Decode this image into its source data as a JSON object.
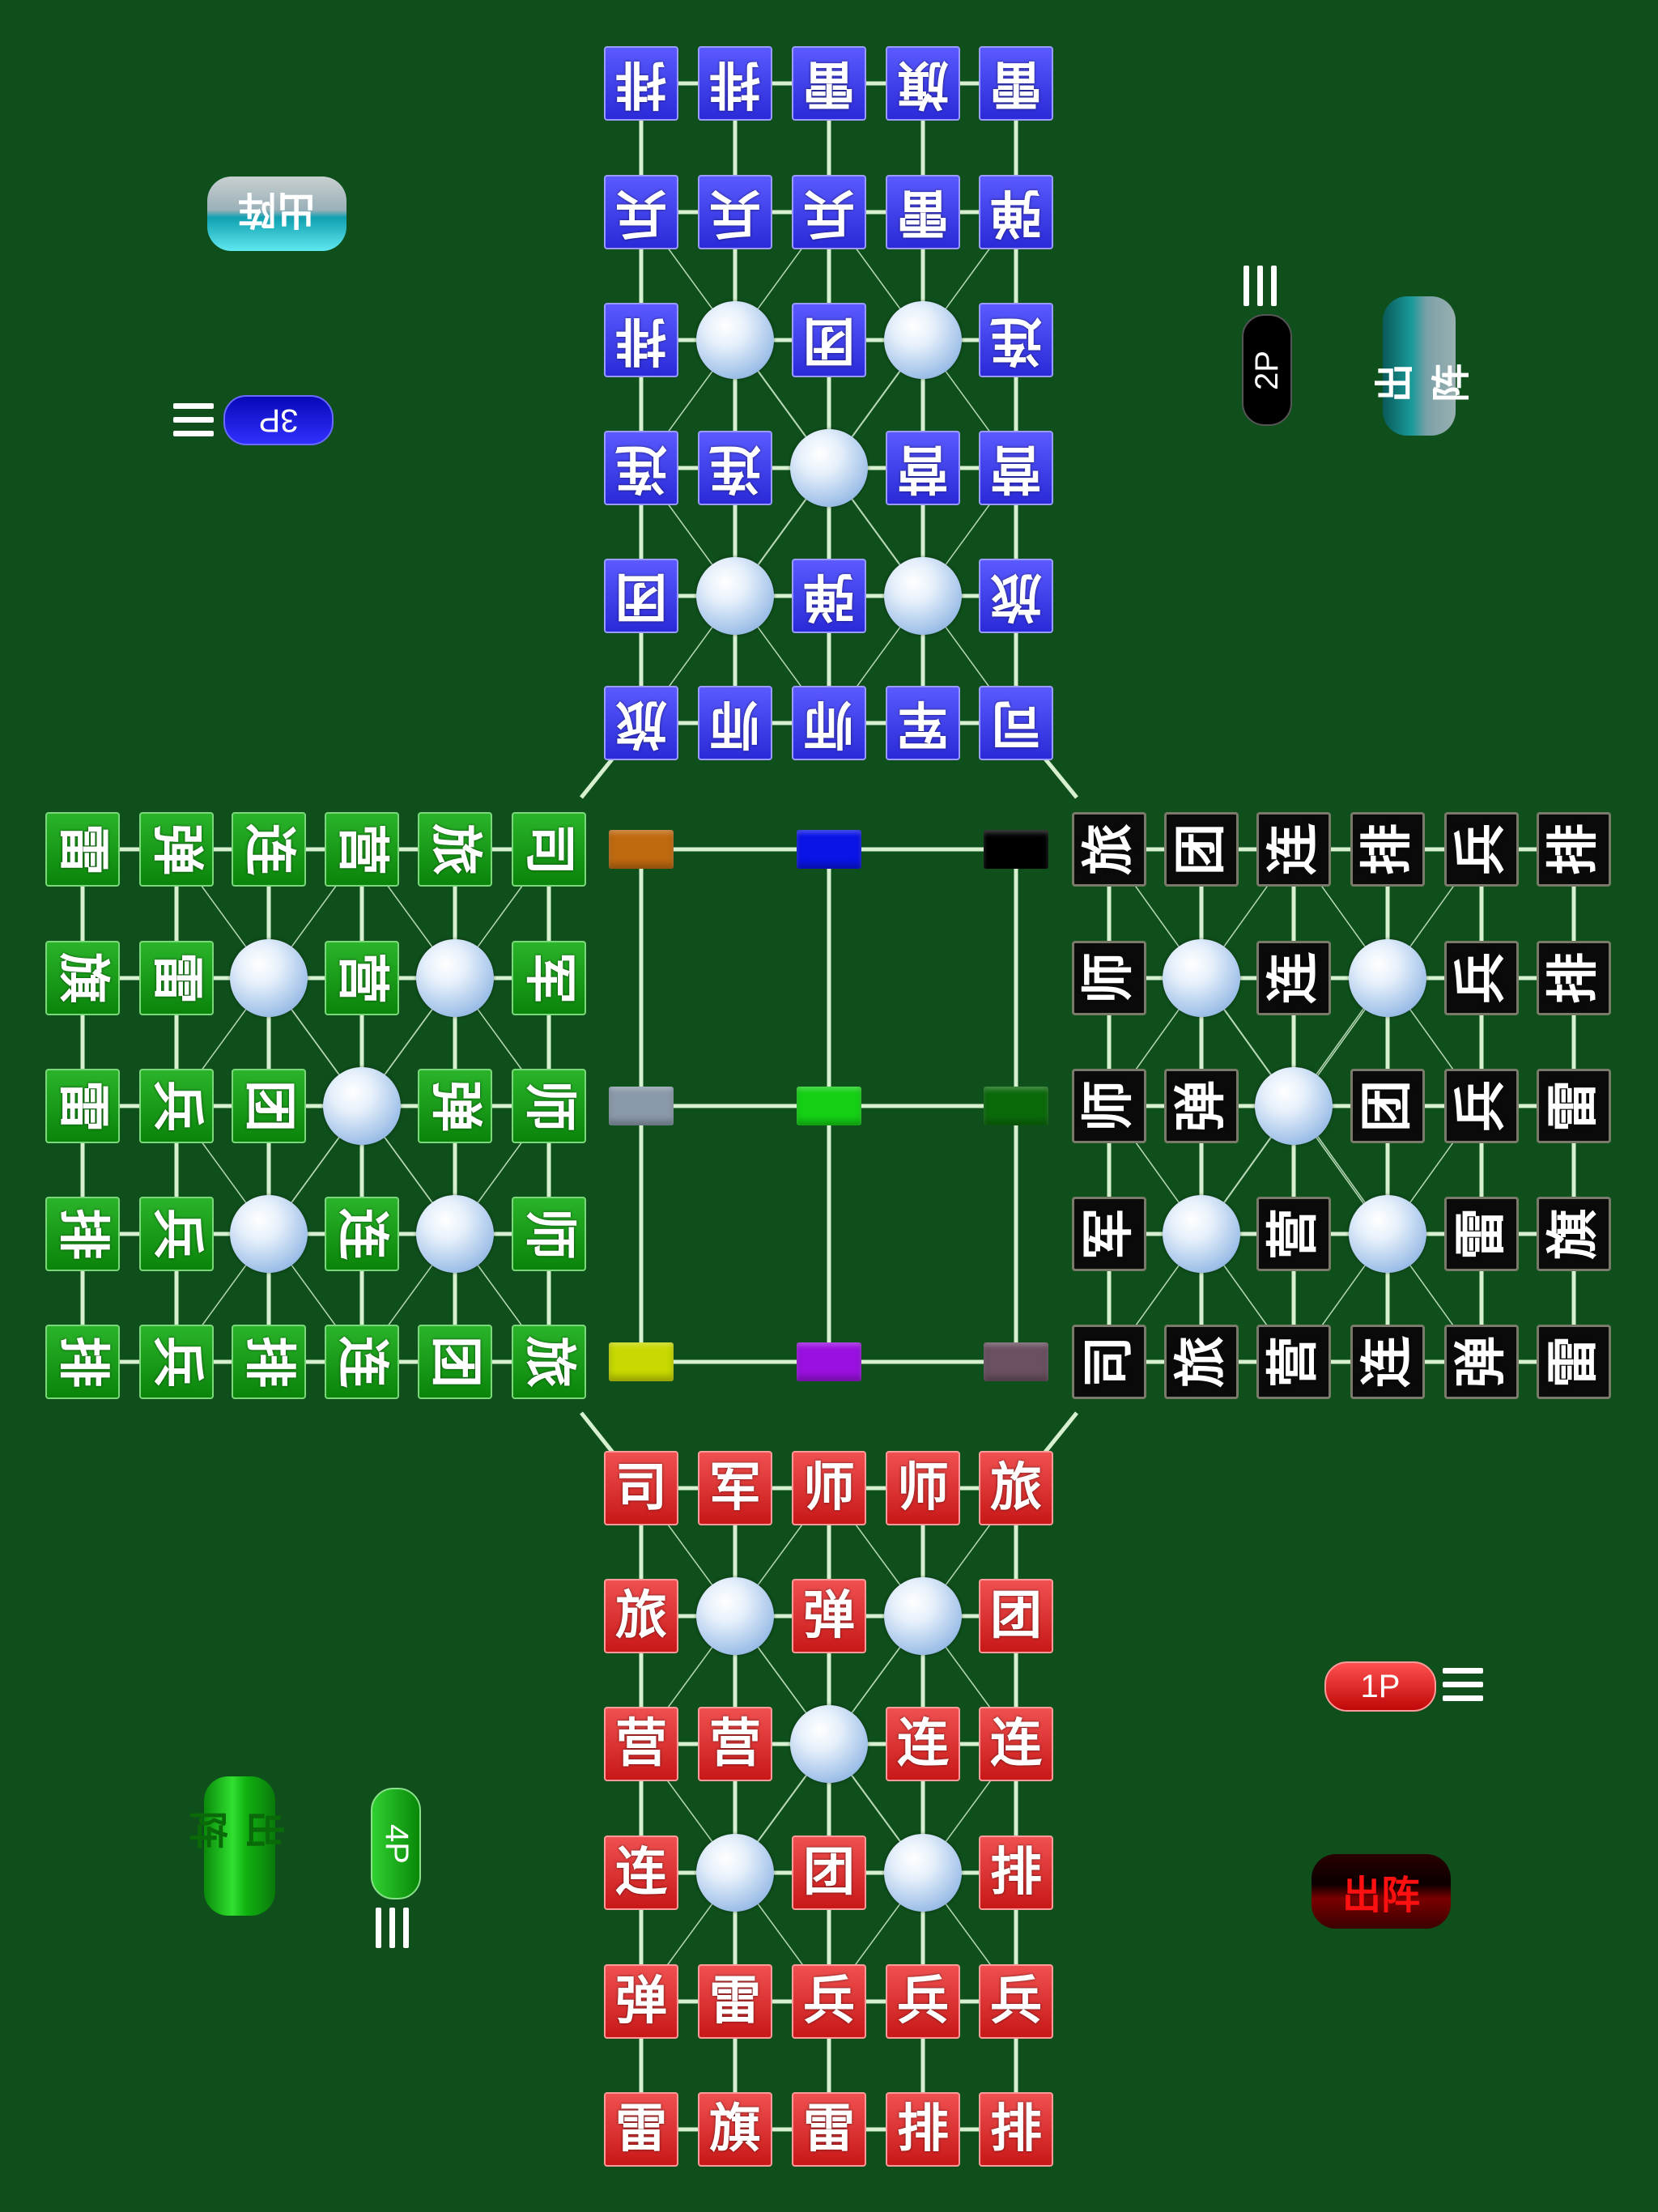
{
  "board": {
    "blue_rows": [
      [
        "排",
        "排",
        "雷",
        "旗",
        "雷"
      ],
      [
        "兵",
        "兵",
        "兵",
        "雷",
        "弹"
      ],
      [
        "排",
        "",
        "团",
        "",
        "连"
      ],
      [
        "连",
        "连",
        "",
        "营",
        "营"
      ],
      [
        "团",
        "",
        "弹",
        "",
        "旅"
      ],
      [
        "旅",
        "师",
        "师",
        "军",
        "司"
      ]
    ],
    "red_rows": [
      [
        "司",
        "军",
        "师",
        "师",
        "旅"
      ],
      [
        "旅",
        "",
        "弹",
        "",
        "团"
      ],
      [
        "营",
        "营",
        "",
        "连",
        "连"
      ],
      [
        "连",
        "",
        "团",
        "",
        "排"
      ],
      [
        "弹",
        "雷",
        "兵",
        "兵",
        "兵"
      ],
      [
        "雷",
        "旗",
        "雷",
        "排",
        "排"
      ]
    ],
    "green_rows": [
      [
        "雷",
        "弹",
        "连",
        "营",
        "旅",
        "司"
      ],
      [
        "旗",
        "雷",
        "",
        "营",
        "",
        "军"
      ],
      [
        "雷",
        "兵",
        "团",
        "",
        "弹",
        "师"
      ],
      [
        "排",
        "兵",
        "",
        "连",
        "",
        "师"
      ],
      [
        "排",
        "兵",
        "排",
        "连",
        "团",
        "旅"
      ]
    ],
    "black_rows": [
      [
        "旅",
        "团",
        "连",
        "排",
        "兵",
        "排"
      ],
      [
        "师",
        "",
        "连",
        "",
        "兵",
        "排"
      ],
      [
        "师",
        "弹",
        "",
        "团",
        "兵",
        "雷"
      ],
      [
        "军",
        "",
        "营",
        "",
        "雷",
        "旗"
      ],
      [
        "司",
        "旅",
        "营",
        "连",
        "弹",
        "雷"
      ]
    ],
    "station_colors": [
      [
        "#c06a10",
        "#0a14e6",
        "#000000"
      ],
      [
        "#8a9aaa",
        "#14d014",
        "#0a6a0a"
      ],
      [
        "#c8d800",
        "#9a10e0",
        "#6a5060"
      ]
    ]
  },
  "players": {
    "p1": {
      "label": "1P",
      "color": "#e01010"
    },
    "p2": {
      "label": "2P",
      "color": "#000000"
    },
    "p3": {
      "label": "3P",
      "color": "#1010d0"
    },
    "p4": {
      "label": "4P",
      "color": "#10b010"
    }
  },
  "deploy_buttons": {
    "p1": {
      "label": "出阵",
      "color": "#7a0000"
    },
    "p2": {
      "label": "出阵",
      "color": "#1a8a8a"
    },
    "p3": {
      "label": "出阵",
      "color": "#1ab8c8"
    },
    "p4": {
      "label": "出阵",
      "color": "#10b010"
    }
  }
}
